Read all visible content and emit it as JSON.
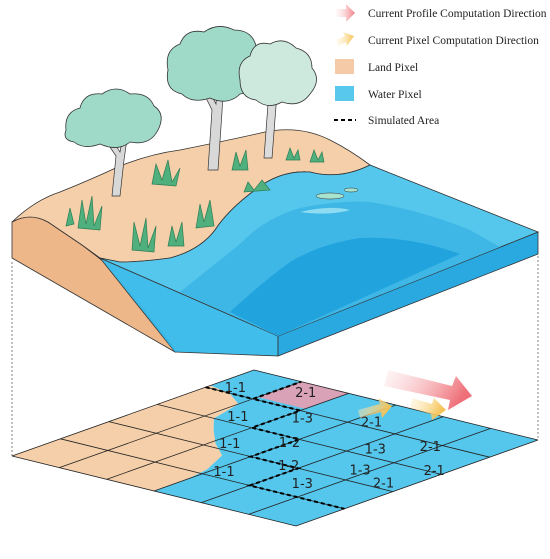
{
  "legend": {
    "items": [
      {
        "key": "profile-direction",
        "label": "Current Profile Computation Direction",
        "color": "#f08b8b",
        "icon": "pink-arrow-icon"
      },
      {
        "key": "pixel-direction",
        "label": "Current Pixel Computation Direction",
        "color": "#f7c872",
        "icon": "yellow-arrow-icon"
      },
      {
        "key": "land",
        "label": "Land Pixel",
        "color": "#f4cba6",
        "icon": "land-swatch-icon"
      },
      {
        "key": "water",
        "label": "Water Pixel",
        "color": "#58c8ec",
        "icon": "water-swatch-icon"
      },
      {
        "key": "simulated",
        "label": "Simulated Area",
        "color": "#000000",
        "icon": "dashed-line-icon"
      }
    ]
  },
  "colors": {
    "land": "#f5cfa9",
    "land_side": "#eeb78a",
    "water_top": "#55c6ec",
    "water_deep": "#1aa2de",
    "water_side": "#2fb6e8",
    "grid_line": "#222222",
    "highlight_cell": "#d9a2b6",
    "tree_leaf": "#9fd9c7",
    "grass": "#4fb07e"
  },
  "grid_labels": [
    {
      "text": "1-1",
      "u": 8.45,
      "v": 0.4
    },
    {
      "text": "2-1",
      "u": 9.3,
      "v": 1.45
    },
    {
      "text": "1-1",
      "u": 6.5,
      "v": 1.45
    },
    {
      "text": "1-3",
      "u": 7.5,
      "v": 2.3
    },
    {
      "text": "1-1",
      "u": 4.5,
      "v": 2.3
    },
    {
      "text": "1-2",
      "u": 5.6,
      "v": 3.0
    },
    {
      "text": "2-1",
      "u": 8.4,
      "v": 3.3
    },
    {
      "text": "1-1",
      "u": 2.5,
      "v": 3.2
    },
    {
      "text": "1-2",
      "u": 4.0,
      "v": 3.8
    },
    {
      "text": "1-3",
      "u": 6.6,
      "v": 4.3
    },
    {
      "text": "2-1",
      "u": 7.7,
      "v": 4.9
    },
    {
      "text": "1-3",
      "u": 3.0,
      "v": 4.6
    },
    {
      "text": "1-3",
      "u": 4.9,
      "v": 4.85
    },
    {
      "text": "2-1",
      "u": 4.4,
      "v": 5.6
    },
    {
      "text": "2-1",
      "u": 6.1,
      "v": 5.8
    }
  ]
}
